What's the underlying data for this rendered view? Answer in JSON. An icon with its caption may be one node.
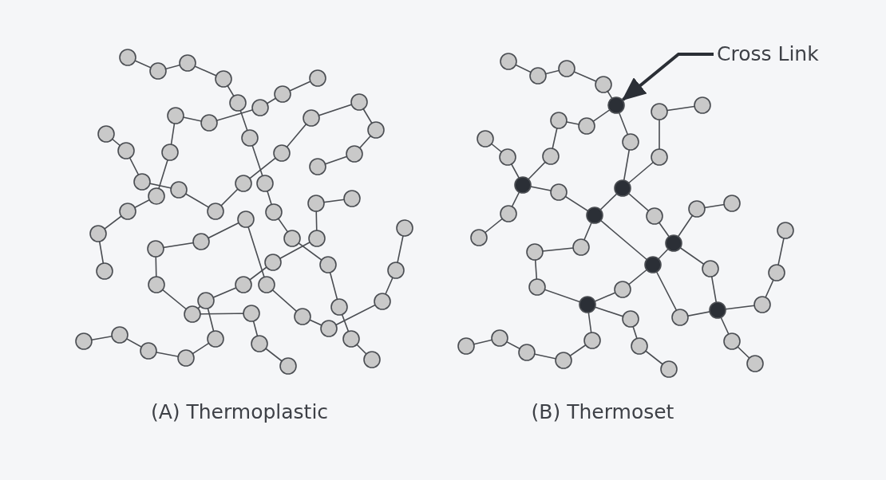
{
  "diagram": {
    "nodes": [
      {
        "text": [],
        "shape": "picture"
      },
      {
        "text": [],
        "shape": "picture"
      },
      {
        "text": [
          "Cross Link"
        ]
      },
      {
        "text": [],
        "shape": "circle",
        "in": 1
      }
    ],
    "edges": [
      {
        "from": 2,
        "to": 3,
        "arrow": "to"
      }
    ],
    "labels": [
      "(A) Thermoplastic",
      "(B) Thermoset"
    ]
  }
}
